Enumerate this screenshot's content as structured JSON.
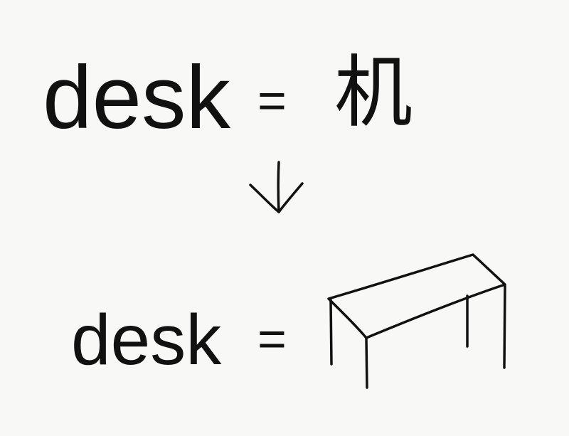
{
  "top_line": {
    "word": "desk",
    "equals": "=",
    "translation": "机"
  },
  "arrow": {
    "icon": "down-arrow-icon"
  },
  "bottom_line": {
    "word": "desk",
    "equals": "=",
    "picture": "desk-drawing"
  },
  "colors": {
    "ink": "#111111",
    "paper": "#f8f8f6"
  }
}
